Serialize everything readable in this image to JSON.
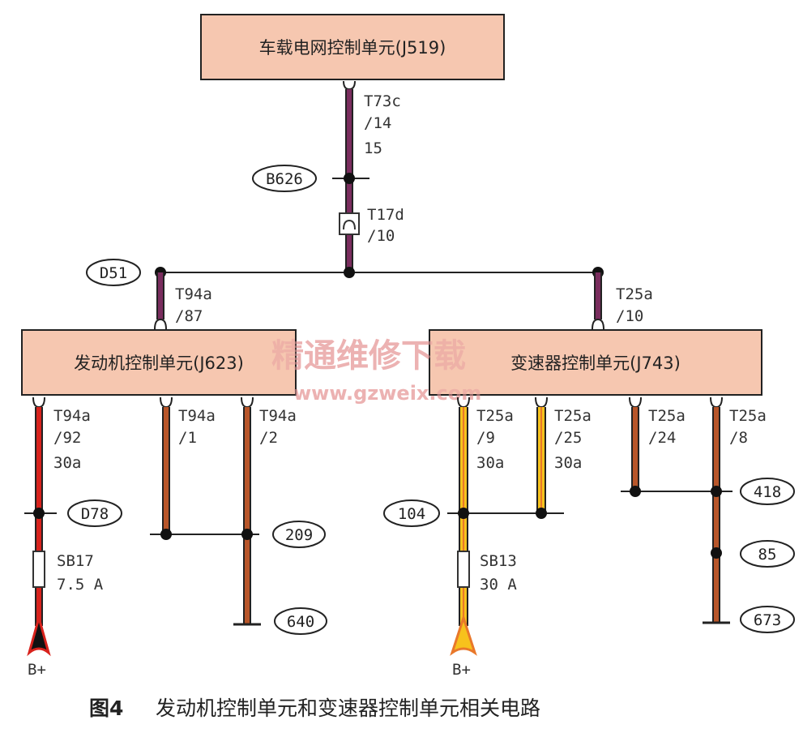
{
  "colors": {
    "box_fill": "#f6c7b0",
    "box_stroke": "#222222",
    "wire_purple": "#7a2d5e",
    "wire_brown": "#b8562a",
    "wire_red": "#d8221c",
    "wire_yellow": "#f7c21c",
    "wire_orange_core": "#e9782a",
    "watermark": "#e8a0a0"
  },
  "modules": {
    "j519": "车载电网控制单元(J519)",
    "j623": "发动机控制单元(J623)",
    "j743": "变速器控制单元(J743)"
  },
  "pins": {
    "t73c": [
      "T73c",
      "/14",
      "15"
    ],
    "t17d": [
      "T17d",
      "/10"
    ],
    "t94a_87": [
      "T94a",
      "/87"
    ],
    "t25a_10": [
      "T25a",
      "/10"
    ],
    "t94a_92": [
      "T94a",
      "/92",
      "30a"
    ],
    "t94a_1": [
      "T94a",
      "/1"
    ],
    "t94a_2": [
      "T94a",
      "/2"
    ],
    "t25a_9": [
      "T25a",
      "/9",
      "30a"
    ],
    "t25a_25": [
      "T25a",
      "/25",
      "30a"
    ],
    "t25a_24": [
      "T25a",
      "/24"
    ],
    "t25a_8": [
      "T25a",
      "/8"
    ]
  },
  "connectors": {
    "b626": "B626",
    "d51": "D51",
    "d78": "D78",
    "c209": "209",
    "c640": "640",
    "c104": "104",
    "c418": "418",
    "c85": "85",
    "c673": "673"
  },
  "fuses": {
    "sb17": [
      "SB17",
      "7.5 A"
    ],
    "sb13": [
      "SB13",
      "30 A"
    ]
  },
  "supply": {
    "left": "B+",
    "right": "B+"
  },
  "watermark": {
    "title": "精通维修下载",
    "url": "www.gzweix.com"
  },
  "caption": {
    "number": "图4",
    "text": "发动机控制单元和变速器控制单元相关电路"
  }
}
